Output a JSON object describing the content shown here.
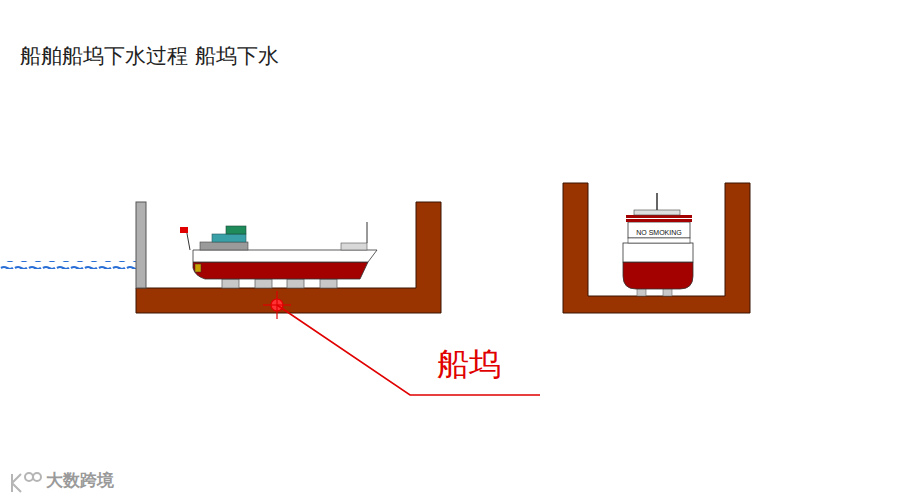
{
  "diagram": {
    "title": "船舶船坞下水过程 船坞下水",
    "labels": [
      "船坞",
      "NO SMOKING",
      "大数跨境"
    ]
  }
}
